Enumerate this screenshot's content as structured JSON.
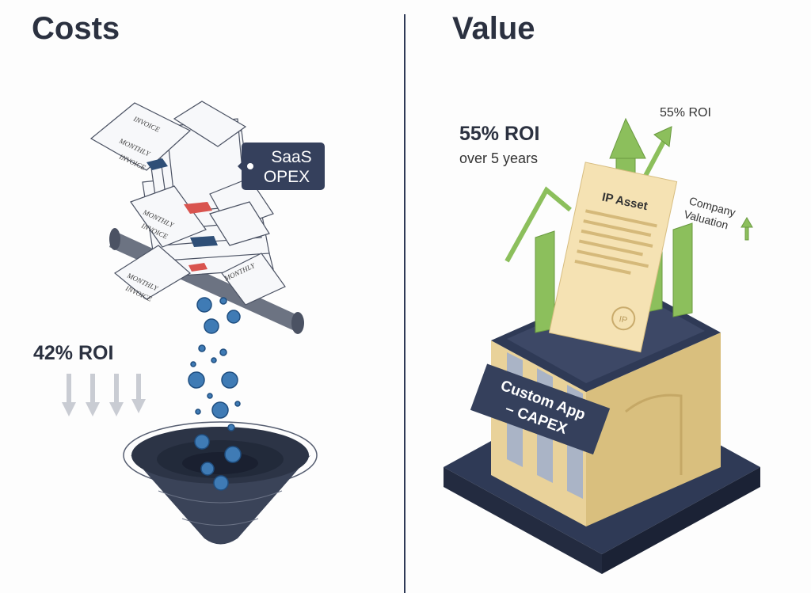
{
  "costs": {
    "title": "Costs",
    "roi": "42% ROI",
    "label_line1": "SaaS",
    "label_line2": "OPEX",
    "invoice_word": "INVOICE",
    "monthly_word": "MONTHLY"
  },
  "value": {
    "title": "Value",
    "roi": "55% ROI",
    "roi_sub": "over 5 years",
    "arrow_roi": "55% ROI",
    "valuation_line1": "Company",
    "valuation_line2": "Valuation",
    "ip_title": "IP Asset",
    "ip_seal": "IP",
    "building_line1": "Custom App",
    "building_line2": "– CAPEX"
  },
  "colors": {
    "navy": "#2f3a56",
    "green": "#8cbf5c",
    "tan": "#e9d29a",
    "coin": "#3f7bb5",
    "red": "#d9544f"
  }
}
